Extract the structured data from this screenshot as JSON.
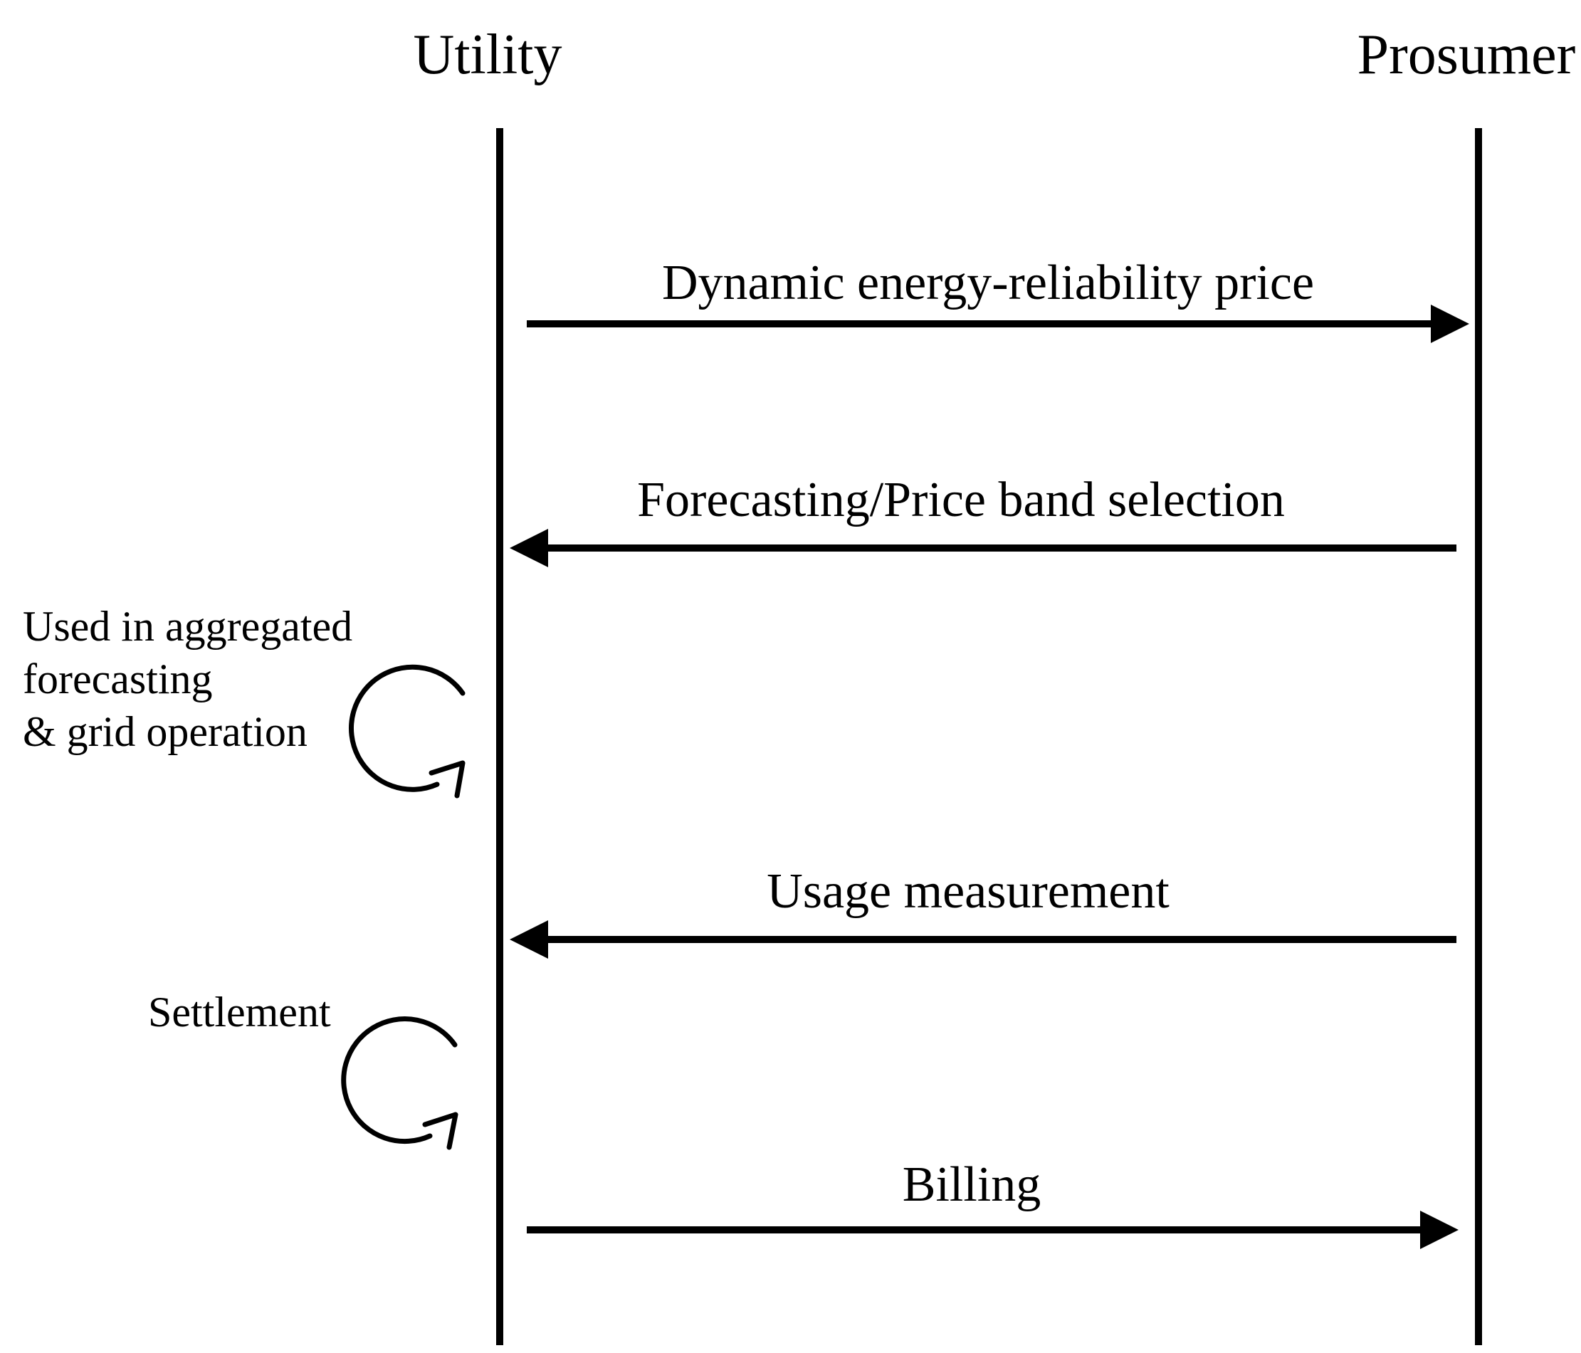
{
  "participants": [
    {
      "name": "Utility"
    },
    {
      "name": "Prosumer"
    }
  ],
  "messages": [
    {
      "label": "Dynamic energy-reliability price",
      "direction": "utility-to-prosumer"
    },
    {
      "label": "Forecasting/Price band selection",
      "direction": "prosumer-to-utility"
    },
    {
      "label": "Usage measurement",
      "direction": "prosumer-to-utility"
    },
    {
      "label": "Billing",
      "direction": "utility-to-prosumer"
    }
  ],
  "self_notes": [
    {
      "lines": [
        "Used in aggregated",
        "forecasting",
        "& grid operation"
      ],
      "icon": "loop-arrow-icon"
    },
    {
      "lines": [
        "Settlement"
      ],
      "icon": "loop-arrow-icon"
    }
  ],
  "colors": {
    "ink": "#000000",
    "background": "#ffffff"
  }
}
